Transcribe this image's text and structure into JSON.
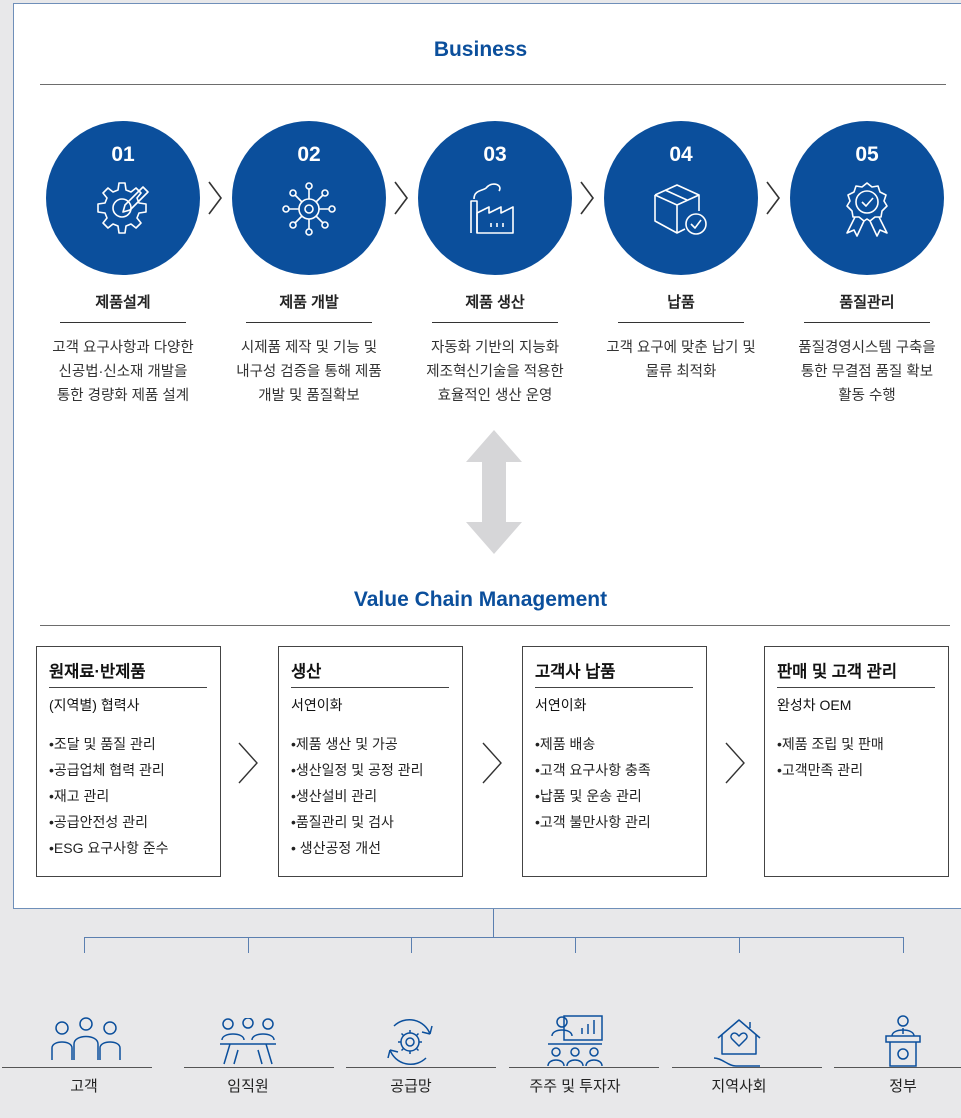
{
  "business": {
    "title": "Business",
    "steps": [
      {
        "num": "01",
        "name": "제품설계",
        "desc": [
          "고객 요구사항과 다양한",
          "신공법·신소재 개발을",
          "통한 경량화 제품 설계"
        ],
        "icon": "gear-pencil-icon"
      },
      {
        "num": "02",
        "name": "제품 개발",
        "desc": [
          "시제품 제작 및 기능 및",
          "내구성 검증을 통해 제품",
          "개발 및 품질확보"
        ],
        "icon": "network-gear-icon"
      },
      {
        "num": "03",
        "name": "제품 생산",
        "desc": [
          "자동화 기반의 지능화",
          "제조혁신기술을 적용한",
          "효율적인 생산 운영"
        ],
        "icon": "factory-icon"
      },
      {
        "num": "04",
        "name": "납품",
        "desc": [
          "고객 요구에 맞춘 납기 및",
          "물류 최적화"
        ],
        "icon": "box-check-icon"
      },
      {
        "num": "05",
        "name": "품질관리",
        "desc": [
          "품질경영시스템 구축을",
          "통한 무결점 품질 확보",
          "활동 수행"
        ],
        "icon": "quality-badge-icon"
      }
    ]
  },
  "value_chain": {
    "title": "Value Chain Management",
    "boxes": [
      {
        "title": "원재료·반제품",
        "sub": "(지역별) 협력사",
        "items": [
          "•조달 및 품질 관리",
          "•공급업체 협력 관리",
          "•재고 관리",
          "•공급안전성 관리",
          "•ESG 요구사항 준수"
        ]
      },
      {
        "title": "생산",
        "sub": "서연이화",
        "items": [
          "•제품 생산 및 가공",
          "•생산일정 및 공정 관리",
          "•생산설비 관리",
          "•품질관리 및 검사",
          "• 생산공정 개선"
        ]
      },
      {
        "title": "고객사 납품",
        "sub": "서연이화",
        "items": [
          "•제품 배송",
          "•고객 요구사항 충족",
          "•납품 및 운송 관리",
          "•고객 불만사항 관리"
        ]
      },
      {
        "title": "판매 및 고객 관리",
        "sub": "완성차 OEM",
        "items": [
          "•제품 조립 및 판매",
          "•고객만족 관리"
        ]
      }
    ]
  },
  "stakeholders": [
    {
      "label": "고객",
      "icon": "customers-icon"
    },
    {
      "label": "임직원",
      "icon": "employees-icon"
    },
    {
      "label": "공급망",
      "icon": "supply-chain-icon"
    },
    {
      "label": "주주 및 투자자",
      "icon": "investors-icon"
    },
    {
      "label": "지역사회",
      "icon": "community-icon"
    },
    {
      "label": "정부",
      "icon": "government-icon"
    }
  ],
  "colors": {
    "brand": "#0b4f9c",
    "tree_line": "#5b7fb0",
    "background": "#e8e8ea"
  }
}
